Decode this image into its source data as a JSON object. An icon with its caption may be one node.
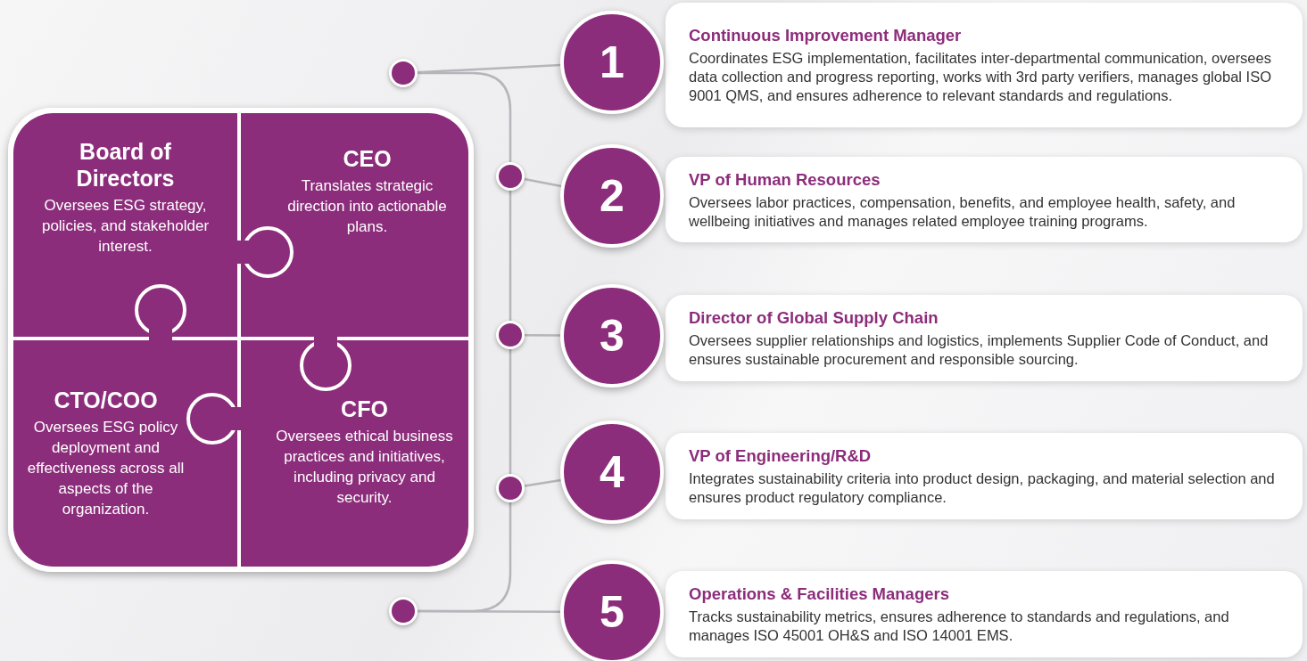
{
  "diagram": {
    "nodes": [
      {
        "text": [
          "Board of Directors",
          "Oversees ESG strategy, policies, and stakeholder interest."
        ]
      },
      {
        "text": [
          "CEO",
          "Translates strategic direction into actionable plans."
        ]
      },
      {
        "text": [
          "CTO/COO",
          "Oversees ESG policy deployment and effectiveness across all aspects of the organization."
        ]
      },
      {
        "text": [
          "CFO",
          "Oversees ethical business practices and initiatives, including privacy and security."
        ]
      },
      {
        "text": [],
        "shape": "circle"
      },
      {
        "text": [],
        "shape": "circle"
      },
      {
        "text": [],
        "shape": "circle"
      },
      {
        "text": [],
        "shape": "circle"
      },
      {
        "text": [],
        "shape": "circle"
      },
      {
        "text": [
          "1"
        ]
      },
      {
        "text": [
          "2"
        ]
      },
      {
        "text": [
          "3"
        ]
      },
      {
        "text": [
          "4"
        ]
      },
      {
        "text": [
          "5"
        ]
      },
      {
        "text": [
          "Continuous Improvement Manager",
          "Coordinates ESG implementation, facilitates inter-departmental communication, oversees data collection and progress reporting, works with 3rd party verifiers, manages global ISO 9001 QMS, and ensures adherence to relevant standards and regulations."
        ]
      },
      {
        "text": [
          "VP of Human Resources",
          "Oversees labor practices, compensation, benefits, and employee health, safety, and wellbeing initiatives and manages related employee training programs."
        ]
      },
      {
        "text": [
          "Director of Global Supply Chain",
          "Oversees supplier relationships and logistics, implements Supplier Code of Conduct, and ensures sustainable procurement and responsible sourcing."
        ]
      },
      {
        "text": [
          "VP of Engineering/R&D",
          "Integrates sustainability criteria into product design, packaging, and material selection and ensures product regulatory compliance."
        ]
      },
      {
        "text": [
          "Operations & Facilities Managers",
          "Tracks sustainability metrics, ensures adherence to standards and regulations, and manages ISO 45001 OH&S and ISO 14001 EMS."
        ]
      }
    ],
    "edges": [
      {
        "from": 4,
        "to": 5,
        "arrow": "none"
      },
      {
        "from": 5,
        "to": 6,
        "arrow": "none"
      },
      {
        "from": 6,
        "to": 7,
        "arrow": "none"
      },
      {
        "from": 7,
        "to": 8,
        "arrow": "none"
      },
      {
        "from": 4,
        "to": 9,
        "arrow": "none"
      },
      {
        "from": 5,
        "to": 10,
        "arrow": "none"
      },
      {
        "from": 6,
        "to": 11,
        "arrow": "none"
      },
      {
        "from": 7,
        "to": 12,
        "arrow": "none"
      },
      {
        "from": 8,
        "to": 13,
        "arrow": "none"
      }
    ]
  }
}
